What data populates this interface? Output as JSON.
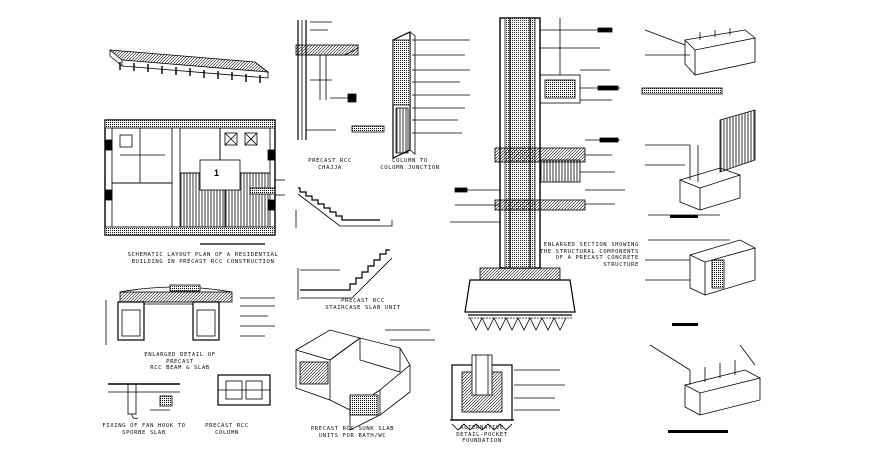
{
  "drawing": {
    "captions": {
      "layout_plan": "SCHEMATIC LAYOUT PLAN OF A RESIDENTIAL\nBUILDING IN PRECAST RCC CONSTRUCTION",
      "beam_slab": "ENLARGED DETAIL OF PRECAST\nRCC BEAM & SLAB",
      "fan_hook": "FIXING OF FAN HOOK TO\nSPORBE SLAB",
      "precast_column": "PRECAST RCC\nCOLUMN",
      "chajja": "PRECAST RCC\nCHAJJA",
      "column_junction": "COLUMN TO\nCOLUMN JUNCTION",
      "staircase": "PRECAST RCC\nSTAIRCASE SLAB UNIT",
      "sunk_slab": "PRECAST RCC SUNK SLAB\nUNITS FOR BATH/WC",
      "pocket_foundation": "ALTERNATIVE\nDETAIL-POCKET\nFOUNDATION",
      "enlarged_section": "ENLARGED SECTION SHOWING\nTHE STRUCTURAL COMPONENTS\nOF A PRECAST CONCRETE\nSTRUCTURE",
      "plan_room_label": "1"
    },
    "colors": {
      "ink": "#000000",
      "paper": "#ffffff"
    }
  }
}
